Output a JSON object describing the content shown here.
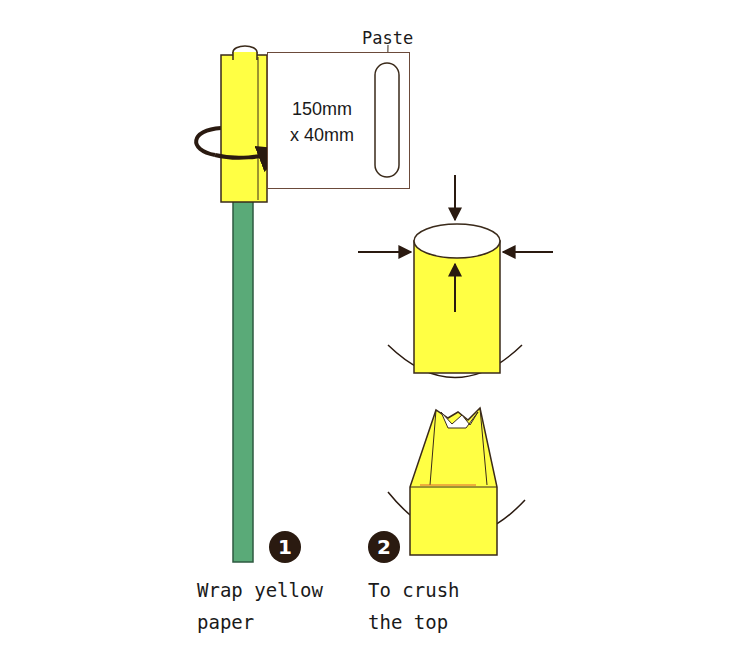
{
  "diagram": {
    "nodes": [
      {
        "text": [
          "150mm x 40mm"
        ]
      }
    ],
    "labels": [
      "Paste",
      "1",
      "Wrap yellow paper",
      "2",
      "To crush the top"
    ]
  }
}
